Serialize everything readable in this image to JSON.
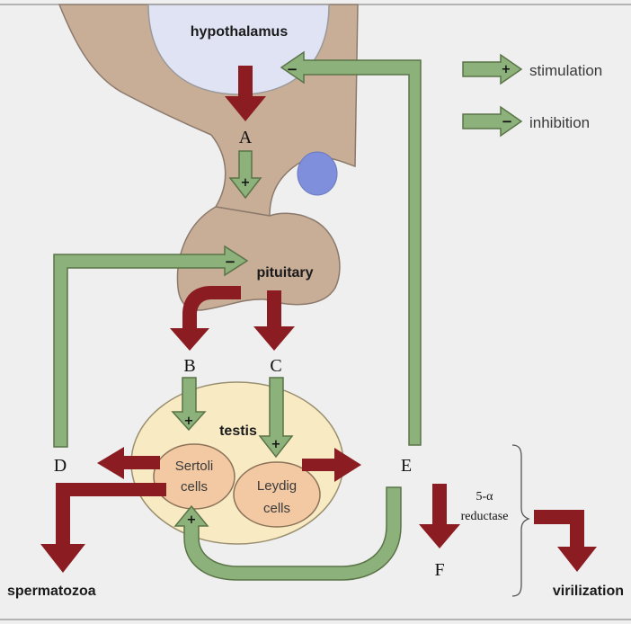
{
  "labels": {
    "hypothalamus": "hypothalamus",
    "pituitary": "pituitary",
    "testis": "testis",
    "sertoli_1": "Sertoli",
    "sertoli_2": "cells",
    "leydig_1": "Leydig",
    "leydig_2": "cells",
    "spermatozoa": "spermatozoa",
    "virilization": "virilization",
    "reductase_1": "5-α",
    "reductase_2": "reductase"
  },
  "letters": {
    "A": "A",
    "B": "B",
    "C": "C",
    "D": "D",
    "E": "E",
    "F": "F"
  },
  "legend": {
    "stimulation": "stimulation",
    "inhibition": "inhibition"
  },
  "signs": {
    "plus": "+",
    "minus": "−"
  },
  "colors": {
    "background": "#efefef",
    "brain_tissue": "#c8ad97",
    "hypothalamus_fill": "#dfe3f4",
    "pituitary_fill": "#c8ad97",
    "gland_blue": "#7f8fdb",
    "testis_fill": "#f8ebc4",
    "cell_fill": "#f3c9a3",
    "green_arrow": "#8db17a",
    "red_arrow": "#8b1d22"
  }
}
